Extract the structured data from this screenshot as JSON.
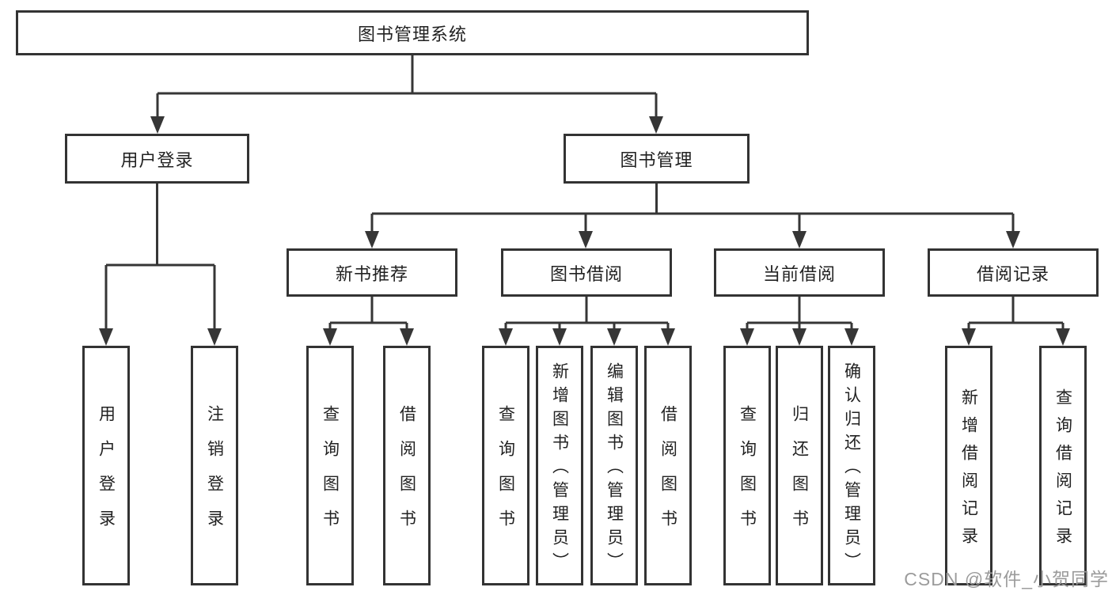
{
  "tree": {
    "label": "图书管理系统",
    "children": [
      {
        "label": "用户登录",
        "children": [
          {
            "label": "用户登录"
          },
          {
            "label": "注销登录"
          }
        ]
      },
      {
        "label": "图书管理",
        "children": [
          {
            "label": "新书推荐",
            "children": [
              {
                "label": "查询图书"
              },
              {
                "label": "借阅图书"
              }
            ]
          },
          {
            "label": "图书借阅",
            "children": [
              {
                "label": "查询图书"
              },
              {
                "label": "新增图书（管理员）"
              },
              {
                "label": "编辑图书（管理员）"
              },
              {
                "label": "借阅图书"
              }
            ]
          },
          {
            "label": "当前借阅",
            "children": [
              {
                "label": "查询图书"
              },
              {
                "label": "归还图书"
              },
              {
                "label": "确认归还（管理员）"
              }
            ]
          },
          {
            "label": "借阅记录",
            "children": [
              {
                "label": "新增借阅记录"
              },
              {
                "label": "查询借阅记录"
              }
            ]
          }
        ]
      }
    ]
  },
  "watermark": {
    "text": "CSDN @软件_小贺同学"
  },
  "colors": {
    "background": "#ffffff",
    "line": "#363636",
    "box-border": "#333333",
    "box-fill": "#ffffff",
    "text": "#222222",
    "watermark": "#9b9b9b"
  }
}
